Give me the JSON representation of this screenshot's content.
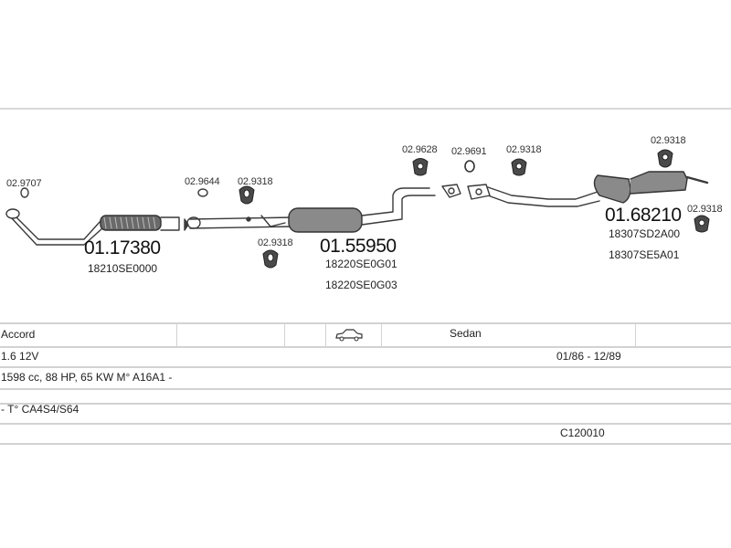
{
  "parts": {
    "clamp_02_9707": "02.9707",
    "clamp_02_9644": "02.9644",
    "hanger_02_9318_a": "02.9318",
    "hanger_02_9318_b": "02.9318",
    "gasket_02_9628": "02.9628",
    "gasket_02_9691": "02.9691",
    "hanger_02_9318_c": "02.9318",
    "hanger_02_9318_d": "02.9318",
    "hanger_02_9318_e": "02.9318",
    "front_pipe": {
      "number": "01.17380",
      "oem": [
        "18210SE0000"
      ]
    },
    "middle_silencer": {
      "number": "01.55950",
      "oem": [
        "18220SE0G01",
        "18220SE0G03"
      ]
    },
    "rear_silencer": {
      "number": "01.68210",
      "oem": [
        "18307SD2A00",
        "18307SE5A01"
      ]
    }
  },
  "vehicle": {
    "model": "Accord",
    "body_icon": "car-sedan-icon",
    "body": "Sedan",
    "engine": "1.6 12V",
    "dates": "01/86 - 12/89",
    "spec": "1598 cc, 88 HP, 65 KW M° A16A1 -",
    "type": "- T° CA4S4/S64",
    "code": "C120010"
  }
}
